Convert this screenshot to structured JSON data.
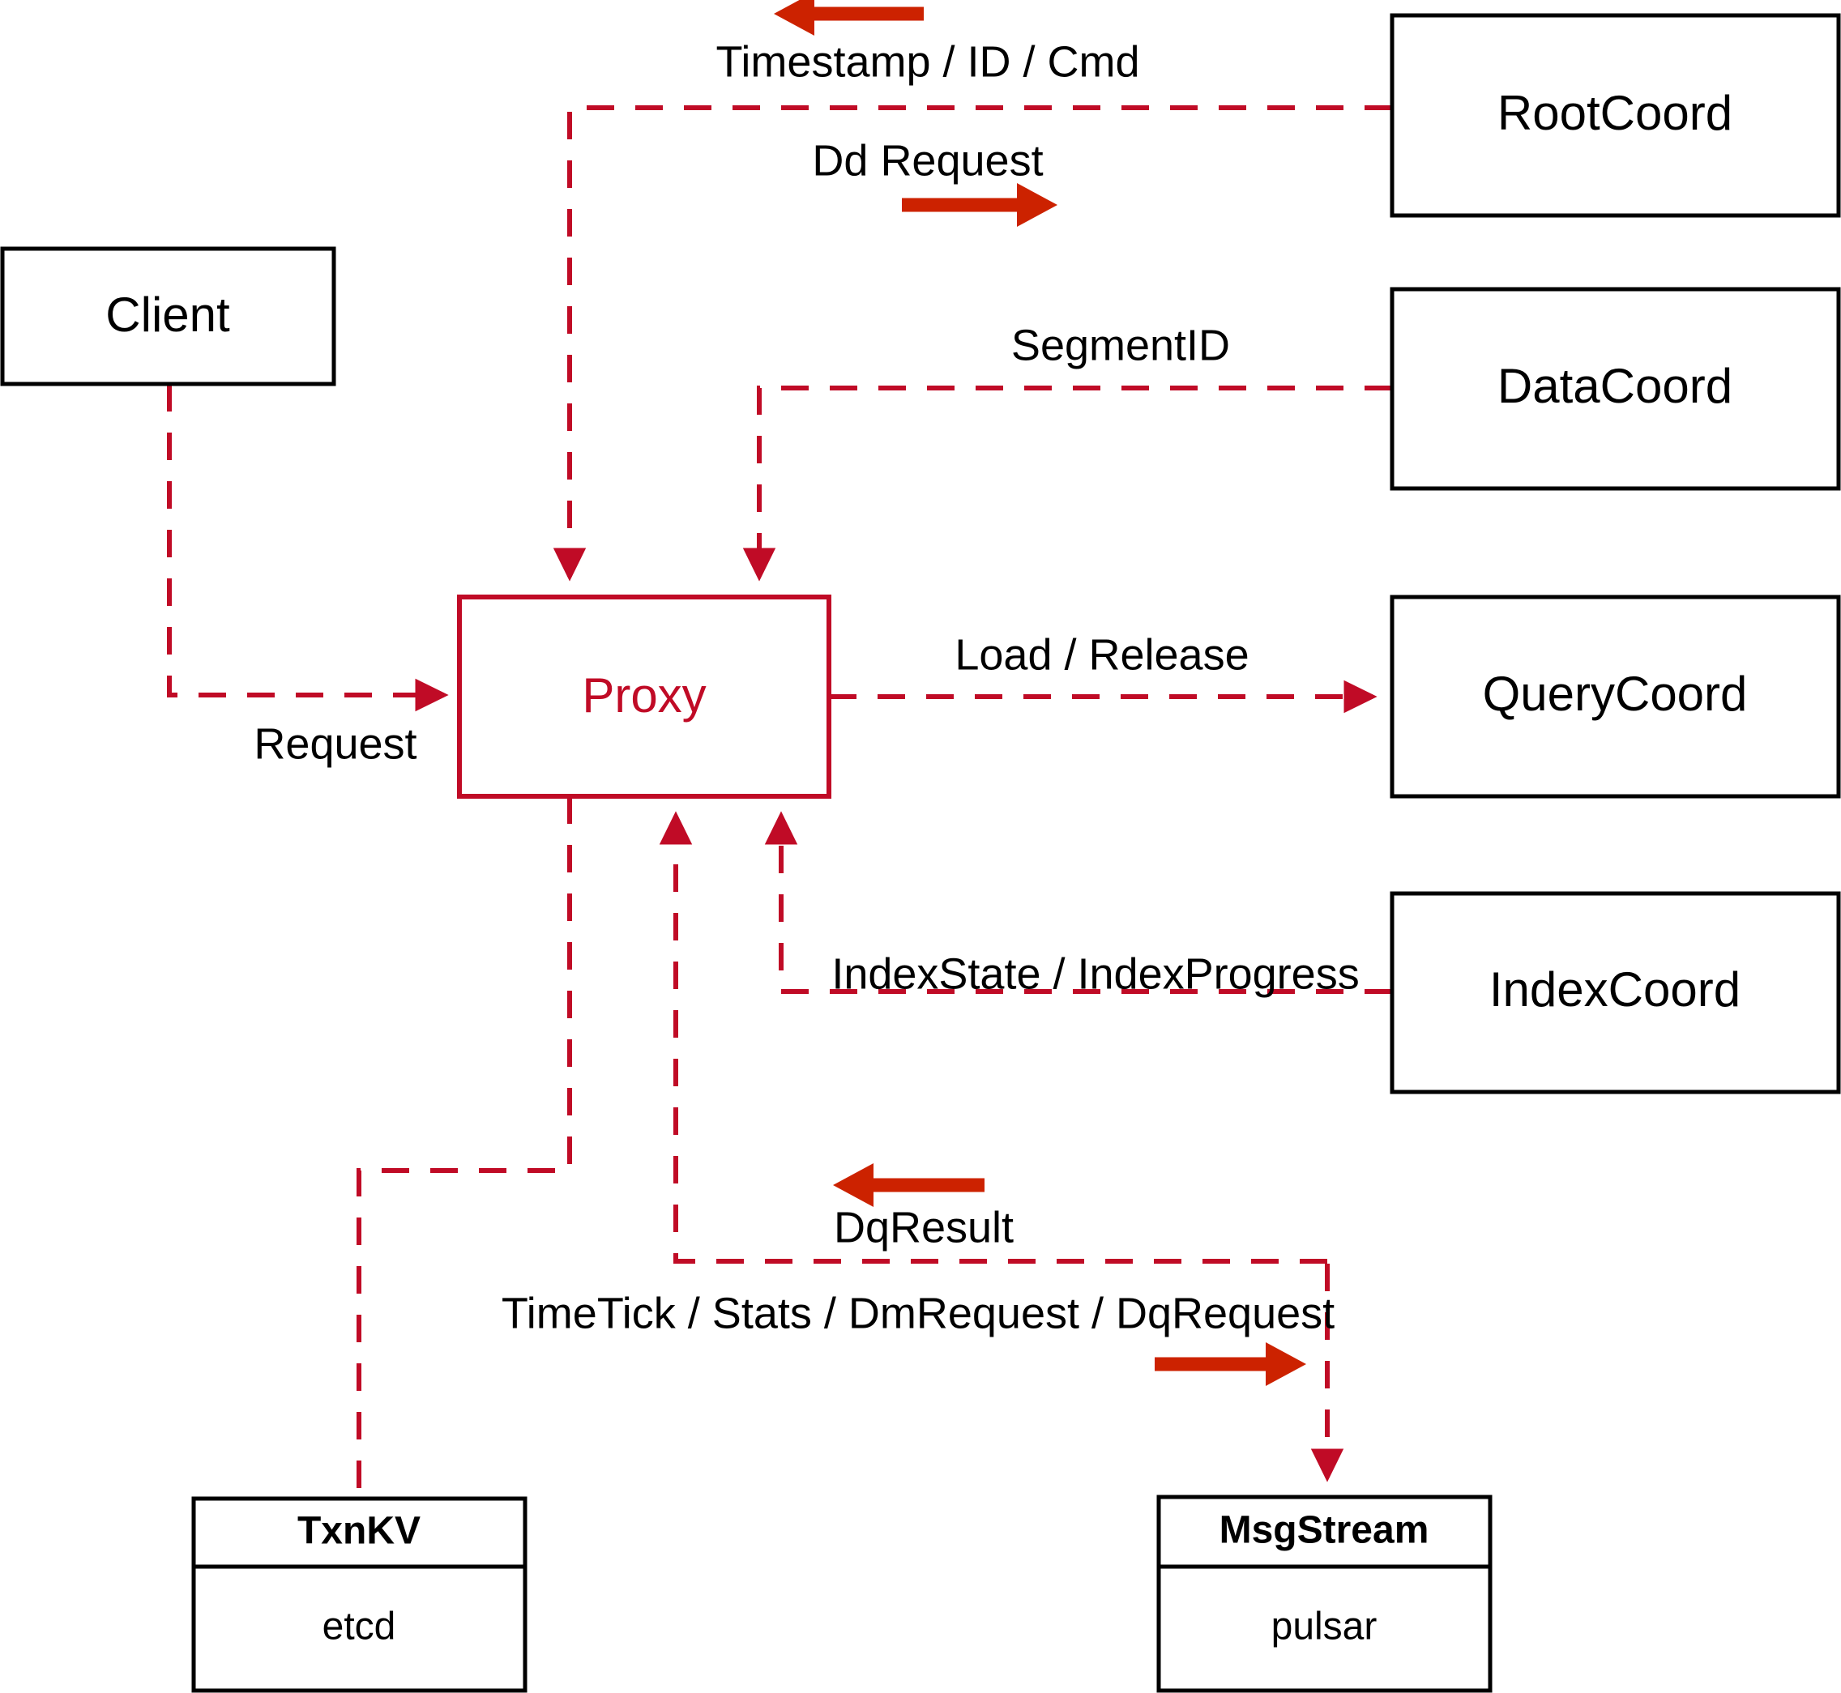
{
  "diagram": {
    "title": "Milvus Proxy interaction diagram",
    "accent_color": "#c00b26",
    "arrow_color": "#cc2200",
    "node_stroke_color": "#000000",
    "background_color": "#ffffff"
  },
  "nodes": {
    "client": {
      "label": "Client"
    },
    "proxy": {
      "label": "Proxy"
    },
    "root_coord": {
      "label": "RootCoord"
    },
    "data_coord": {
      "label": "DataCoord"
    },
    "query_coord": {
      "label": "QueryCoord"
    },
    "index_coord": {
      "label": "IndexCoord"
    },
    "txnkv": {
      "header": "TxnKV",
      "body": "etcd"
    },
    "msgstream": {
      "header": "MsgStream",
      "body": "pulsar"
    }
  },
  "edges": [
    {
      "id": "client-to-proxy",
      "label": "Request",
      "from": "client",
      "to": "proxy",
      "direction": "right"
    },
    {
      "id": "rootcoord-to-proxy",
      "label": "Timestamp / ID / Cmd",
      "from": "root_coord",
      "to": "proxy",
      "direction": "left"
    },
    {
      "id": "proxy-to-rootcoord",
      "label": "Dd Request",
      "from": "proxy",
      "to": "root_coord",
      "direction": "right"
    },
    {
      "id": "datacoord-to-proxy",
      "label": "SegmentID",
      "from": "data_coord",
      "to": "proxy",
      "direction": "left"
    },
    {
      "id": "proxy-to-querycoord",
      "label": "Load / Release",
      "from": "proxy",
      "to": "query_coord",
      "direction": "right"
    },
    {
      "id": "indexcoord-to-proxy",
      "label": "IndexState / IndexProgress",
      "from": "index_coord",
      "to": "proxy",
      "direction": "left"
    },
    {
      "id": "msgstream-to-proxy",
      "label": "DqResult",
      "from": "msgstream",
      "to": "proxy",
      "direction": "left"
    },
    {
      "id": "proxy-to-msgstream",
      "label": "TimeTick / Stats / DmRequest / DqRequest",
      "from": "proxy",
      "to": "msgstream",
      "direction": "right"
    },
    {
      "id": "proxy-to-txnkv",
      "label": "",
      "from": "proxy",
      "to": "txnkv",
      "direction": "none"
    }
  ]
}
